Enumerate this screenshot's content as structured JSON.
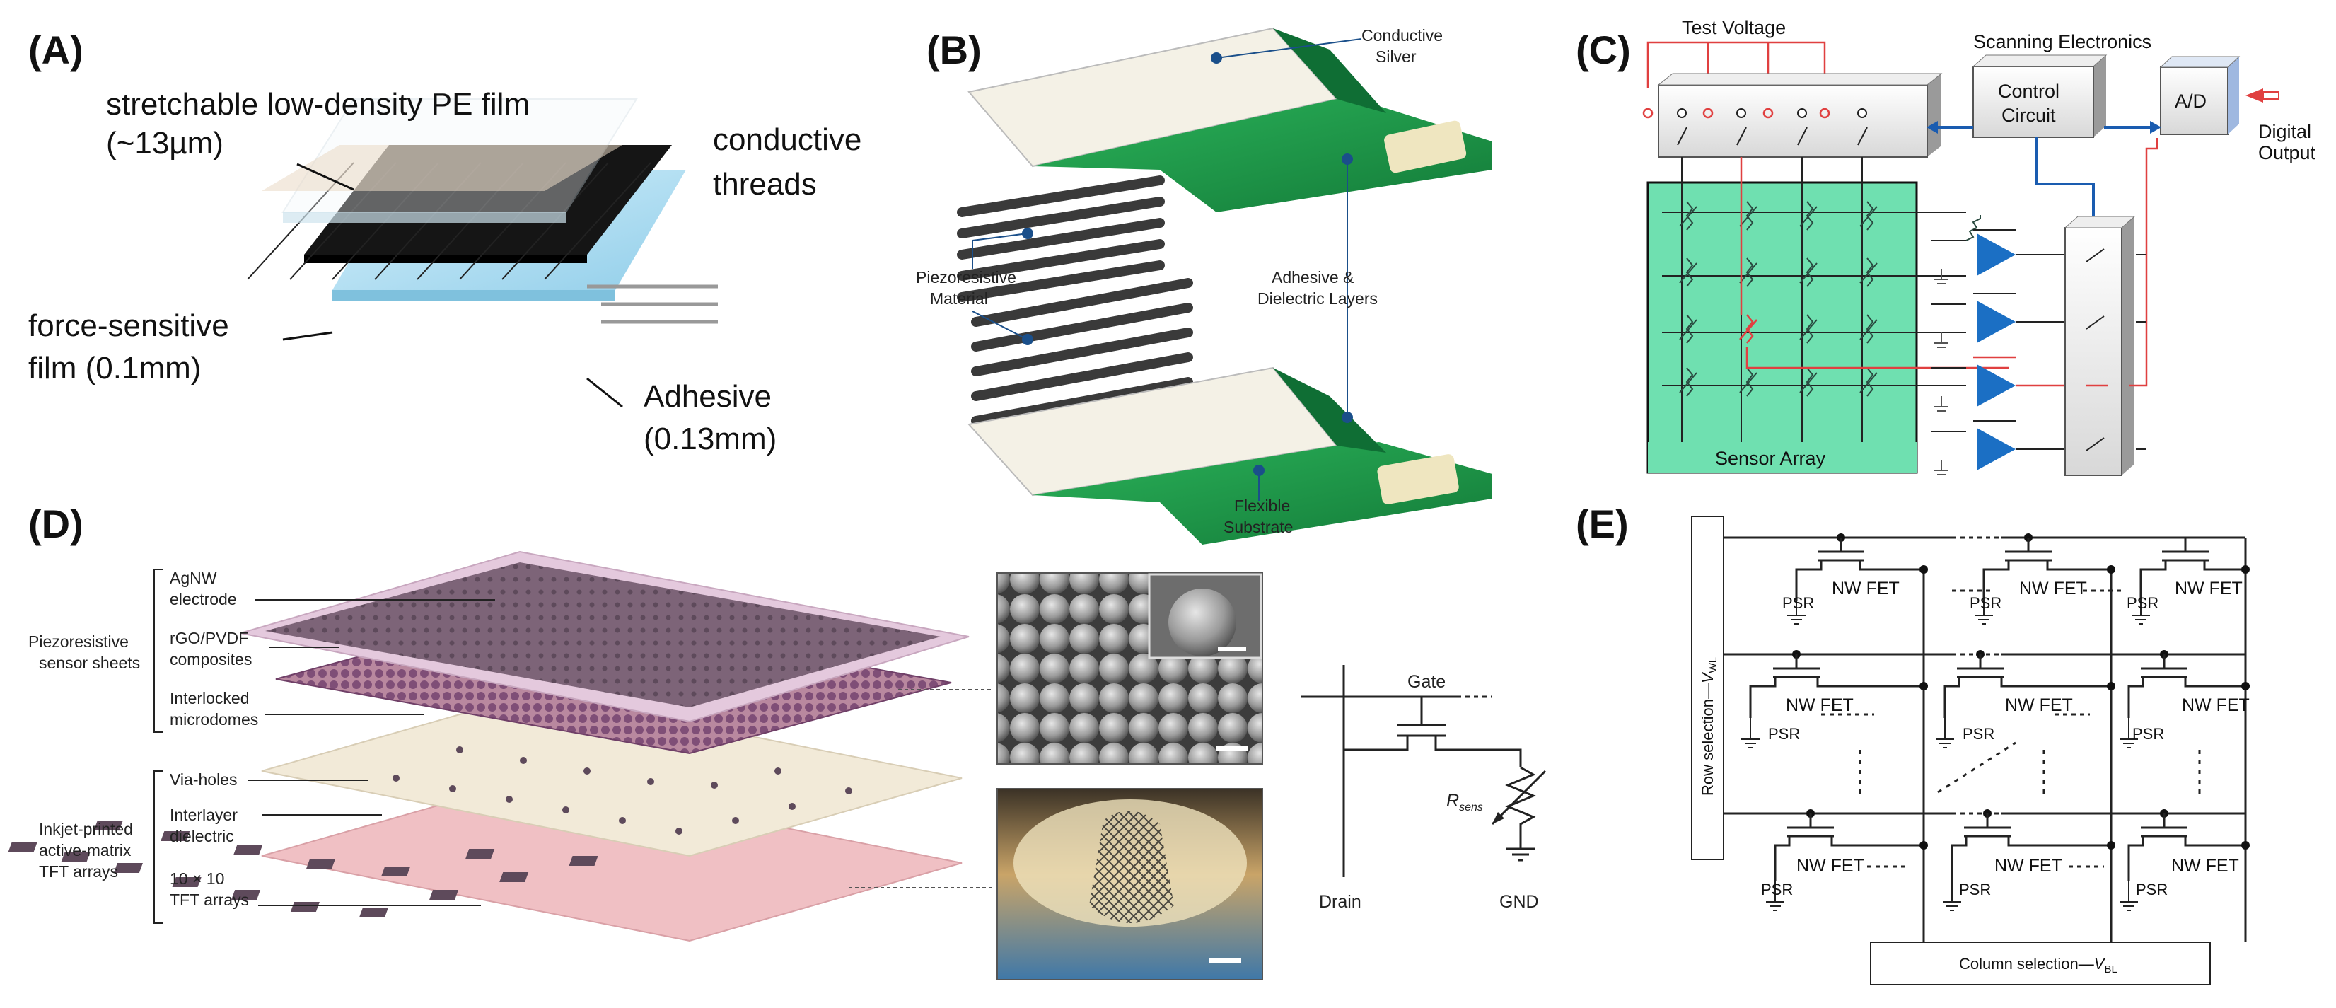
{
  "panels": {
    "A": {
      "label": "(A)",
      "pe_film_line1": "stretchable low-density PE film",
      "pe_film_line2": "(~13µm)",
      "threads_line1": "conductive",
      "threads_line2": "threads",
      "force_line1": "force-sensitive",
      "force_line2": "film (0.1mm)",
      "adhesive_line1": "Adhesive",
      "adhesive_line2": "(0.13mm)",
      "colors": {
        "film": "#a8d8ee",
        "force_film": "#151515",
        "adhesive": "#8fcfe6"
      }
    },
    "B": {
      "label": "(B)",
      "conductive_line1": "Conductive",
      "conductive_line2": "Silver",
      "piezo_line1": "Piezoresistive",
      "piezo_line2": "Material",
      "adhesive_line1": "Adhesive &",
      "adhesive_line2": "Dielectric Layers",
      "substrate_line1": "Flexible",
      "substrate_line2": "Substrate",
      "colors": {
        "substrate": "#1f9a4a",
        "sheet": "#f4f1e6",
        "strip": "#3a3a3a",
        "callout": "#1a4f8a"
      }
    },
    "C": {
      "label": "(C)",
      "test_voltage": "Test Voltage",
      "scanning": "Scanning Electronics",
      "control_line1": "Control",
      "control_line2": "Circuit",
      "ad": "A/D",
      "digital_line1": "Digital",
      "digital_line2": "Output",
      "sensor_array": "Sensor Array",
      "colors": {
        "array": "#6fe0b0",
        "amplifier": "#1b6fc4",
        "test_line": "#e04040"
      }
    },
    "D": {
      "label": "(D)",
      "piezo_group_line1": "Piezoresistive",
      "piezo_group_line2": "sensor sheets",
      "inkjet_line1": "Inkjet-printed",
      "inkjet_line2": "active-matrix",
      "inkjet_line3": "TFT arrays",
      "agnw_line1": "AgNW",
      "agnw_line2": "electrode",
      "rgo_line1": "rGO/PVDF",
      "rgo_line2": "composites",
      "micro_line1": "Interlocked",
      "micro_line2": "microdomes",
      "via": "Via-holes",
      "inter_line1": "Interlayer",
      "inter_line2": "dielectric",
      "tft_line1": "10 × 10",
      "tft_line2": "TFT arrays",
      "gate": "Gate",
      "rsens_main": "R",
      "rsens_sub": "sens",
      "drain": "Drain",
      "gnd": "GND",
      "colors": {
        "top": "#7d6478",
        "micro": "#8a5a82",
        "dielectric": "#f2ead8",
        "tft": "#f0c0c4"
      }
    },
    "E": {
      "label": "(E)",
      "row_sel_main": "Row selection—",
      "row_sel_v": "V",
      "row_sel_sub": "WL",
      "col_sel_main": "Column selection—",
      "col_sel_v": "V",
      "col_sel_sub": "BL",
      "fet": "NW FET",
      "psr": "PSR"
    }
  }
}
